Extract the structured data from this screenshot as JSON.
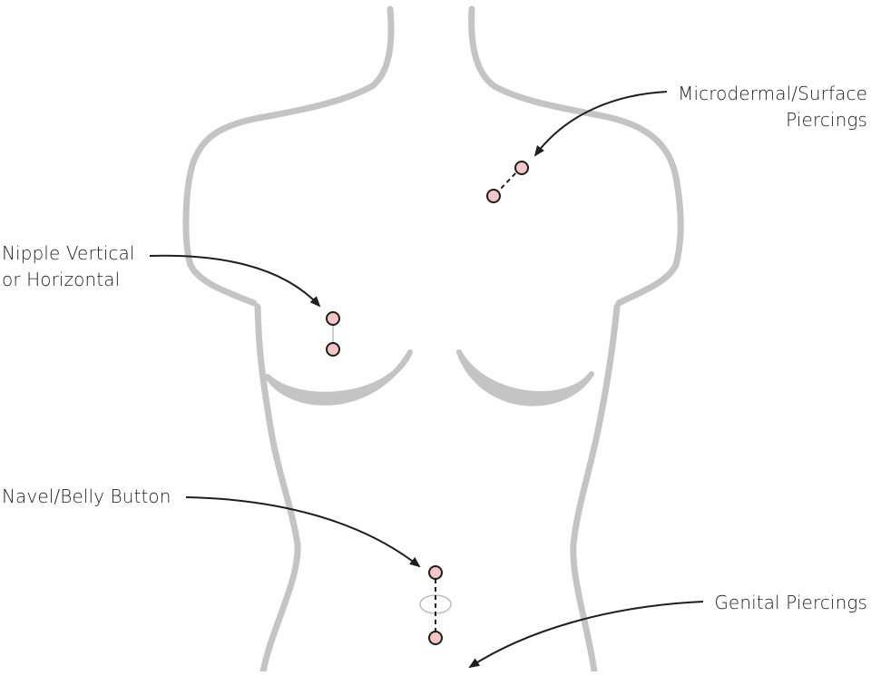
{
  "labels": {
    "microdermal": {
      "line1": "Microdermal/Surface",
      "line2": "Piercings"
    },
    "nipple": {
      "line1": "Nipple Vertical",
      "line2": "or Horizontal"
    },
    "navel": {
      "line1": "Navel/Belly Button"
    },
    "genital": {
      "line1": "Genital Piercings"
    }
  },
  "colors": {
    "outline": "#c4c4c4",
    "dot_fill": "#f4c6c6",
    "dot_stroke": "#1e1e1e",
    "arrow": "#1e1e1e",
    "text": "#1e1e1e"
  }
}
